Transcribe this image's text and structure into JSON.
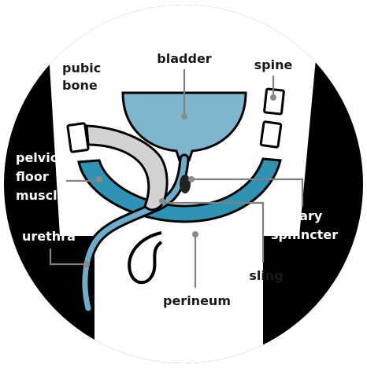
{
  "labels": {
    "pubic_bone_line1": "pubic",
    "pubic_bone_line2": "bone",
    "bladder": "bladder",
    "spine": "spine",
    "pelvic_line1": "pelvic",
    "pelvic_line2": "floor",
    "pelvic_line3": "muscle",
    "urethra": "urethra",
    "urinary_line1": "urinary",
    "urinary_line2": "sphincter",
    "sling": "sling",
    "perineum": "perineum"
  },
  "colors": {
    "background": "#000000",
    "body": "#ffffff",
    "bladder": "#7fb6cf",
    "pelvic_floor": "#2f93b4",
    "urethra": "#6aaecb",
    "pubic_bone": "#d2d2d2",
    "sphincter": "#222222",
    "leader": "#808080"
  }
}
